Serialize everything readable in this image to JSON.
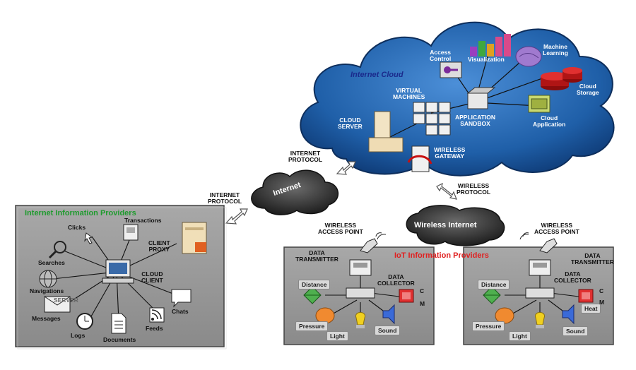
{
  "cloud": {
    "title": "Internet Cloud",
    "access_control": "Access\nControl",
    "visualization": "Visualization",
    "machine_learning": "Machine\nLearning",
    "cloud_storage": "Cloud\nStorage",
    "virtual_machines": "VIRTUAL\nMACHINES",
    "cloud_server": "CLOUD\nSERVER",
    "application_sandbox": "APPLICATION\nSANDBOX",
    "cloud_application": "Cloud\nApplication",
    "wireless_gateway": "WIRELESS\nGATEWAY"
  },
  "links": {
    "internet_protocol_top": "INTERNET\nPROTOCOL",
    "internet_protocol_left": "INTERNET\nPROTOCOL",
    "wireless_protocol": "WIRELESS\nPROTOCOL",
    "internet": "Internet",
    "wireless_internet": "Wireless Internet"
  },
  "providers": {
    "title": "Internet Information Providers",
    "clicks": "Clicks",
    "transactions": "Transactions",
    "client_proxy": "CLIENT\nPROXY",
    "cloud_client": "CLOUD\nCLIENT",
    "searches": "Searches",
    "navigations": "Navigations",
    "server": "SERVER",
    "chats": "Chats",
    "messages": "Messages",
    "logs": "Logs",
    "documents": "Documents",
    "feeds": "Feeds"
  },
  "iot_left": {
    "title": "IoT Information Providers",
    "access_point": "WIRELESS\nACCESS POINT",
    "data_transmitter": "DATA\nTRANSMITTER",
    "data_collector": "DATA\nCOLLECTOR",
    "distance": "Distance",
    "pressure": "Pressure",
    "light": "Light",
    "sound": "Sound",
    "c": "C",
    "m": "M"
  },
  "iot_right": {
    "access_point": "WIRELESS\nACCESS POINT",
    "data_transmitter": "DATA\nTRANSMITTER",
    "data_collector": "DATA\nCOLLECTOR",
    "distance": "Distance",
    "pressure": "Pressure",
    "light": "Light",
    "sound": "Sound",
    "heat": "Heat",
    "c": "C",
    "m": "M"
  },
  "colors": {
    "cloud_blue": "#1f5fa8",
    "cloud_title": "#1a2a8c",
    "provider_green": "#1f9b2e",
    "iot_red": "#e02020",
    "panel_gray": "#8e8e8e"
  }
}
